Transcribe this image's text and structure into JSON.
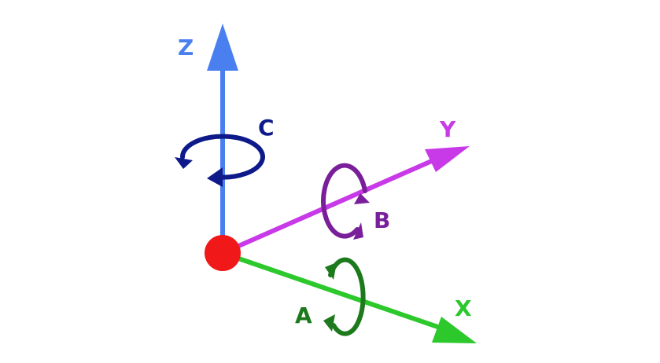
{
  "colors": {
    "background": "#ffffff",
    "z_axis": "#4a7ff0",
    "y_axis": "#c83ae8",
    "x_axis": "#2cc82c",
    "rotation_c": "#0e1a8a",
    "rotation_b": "#7a1f9a",
    "rotation_a": "#1c7a1c",
    "origin": "#f01818"
  },
  "axes": {
    "z": {
      "label": "Z"
    },
    "y": {
      "label": "Y"
    },
    "x": {
      "label": "X"
    }
  },
  "rotations": {
    "c": {
      "label": "C",
      "axis": "Z"
    },
    "b": {
      "label": "B",
      "axis": "Y"
    },
    "a": {
      "label": "A",
      "axis": "X"
    }
  },
  "icons": {
    "origin": "origin-point-icon",
    "rotation": "rotation-arrow-icon"
  }
}
